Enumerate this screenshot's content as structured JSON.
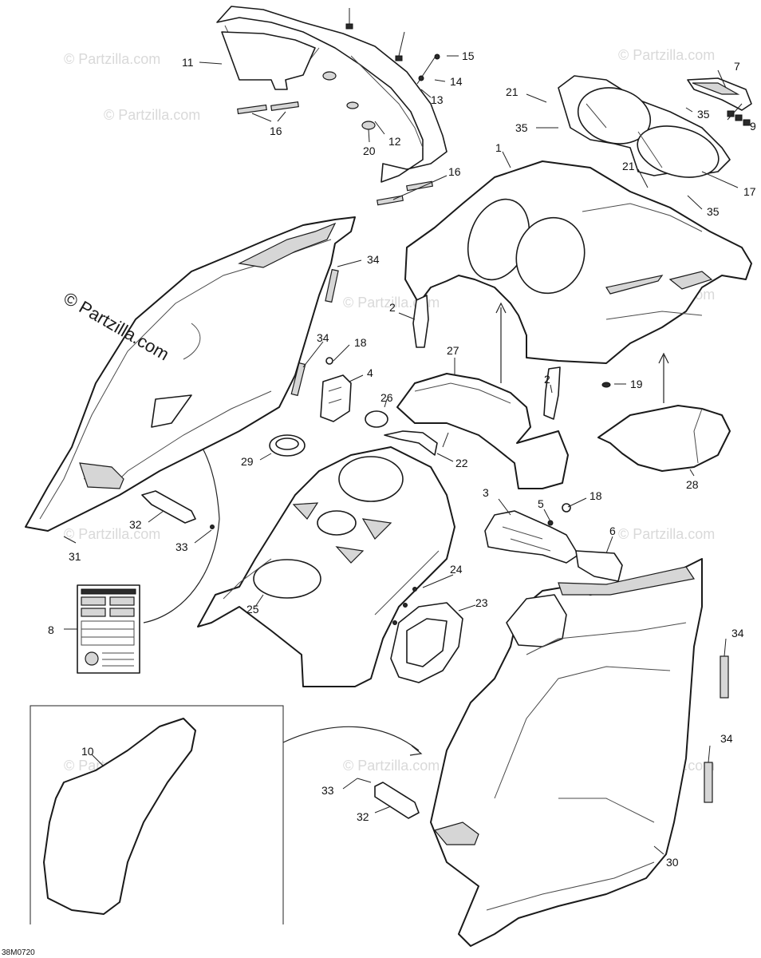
{
  "diagram": {
    "watermark": "© Partzilla.com",
    "figure_code": "38M0720",
    "callouts": {
      "c1": "1",
      "c2a": "2",
      "c2b": "2",
      "c3": "3",
      "c4": "4",
      "c5": "5",
      "c6": "6",
      "c7": "7",
      "c8": "8",
      "c9": "9",
      "c10": "10",
      "c11": "11",
      "c12": "12",
      "c13": "13",
      "c14": "14",
      "c15": "15",
      "c16a": "16",
      "c16b": "16",
      "c17": "17",
      "c18a": "18",
      "c18b": "18",
      "c19": "19",
      "c20": "20",
      "c21a": "21",
      "c21b": "21",
      "c22": "22",
      "c23": "23",
      "c24": "24",
      "c25": "25",
      "c26": "26",
      "c27": "27",
      "c28": "28",
      "c29": "29",
      "c30": "30",
      "c31": "31",
      "c32a": "32",
      "c32b": "32",
      "c33a": "33",
      "c33b": "33",
      "c34a": "34",
      "c34b": "34",
      "c34c": "34",
      "c34d": "34",
      "c35a": "35",
      "c35b": "35",
      "c35c": "35"
    }
  }
}
